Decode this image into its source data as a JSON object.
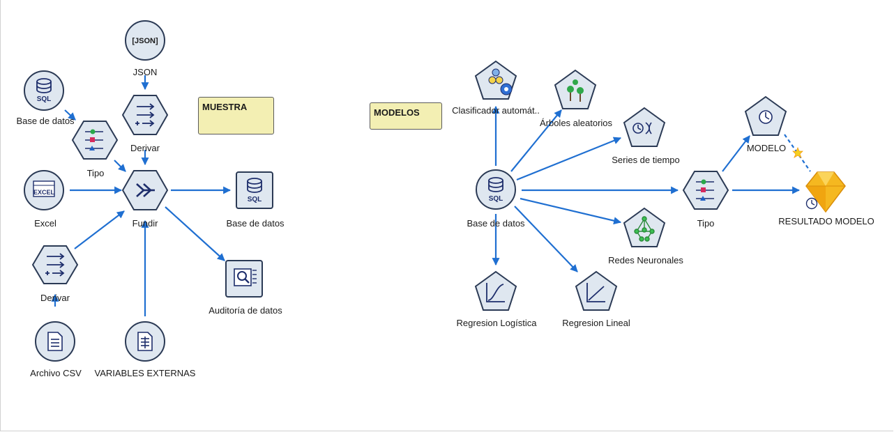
{
  "notes": {
    "muestra": "MUESTRA",
    "modelos": "MODELOS"
  },
  "left_flow": {
    "json": {
      "icon_text": "[JSON]",
      "label": "JSON"
    },
    "derivar_top": {
      "label": "Derivar"
    },
    "base_datos_src": {
      "icon_text": "SQL",
      "label": "Base de datos"
    },
    "tipo": {
      "label": "Tipo"
    },
    "excel": {
      "icon_text": "EXCEL",
      "label": "Excel"
    },
    "fundir": {
      "label": "Fundir"
    },
    "base_datos_out": {
      "icon_text": "SQL",
      "label": "Base de datos"
    },
    "auditoria": {
      "label": "Auditoría de datos"
    },
    "derivar_bottom": {
      "label": "Derivar"
    },
    "archivo_csv": {
      "label": "Archivo CSV"
    },
    "variables_externas": {
      "label": "VARIABLES EXTERNAS"
    }
  },
  "right_flow": {
    "base_datos": {
      "icon_text": "SQL",
      "label": "Base de datos"
    },
    "clasificador": {
      "label": "Clasificador automát.."
    },
    "arboles": {
      "label": "Árboles aleatorios"
    },
    "series": {
      "label": "Series de tiempo"
    },
    "tipo": {
      "label": "Tipo"
    },
    "redes": {
      "label": "Redes Neuronales"
    },
    "reg_logistica": {
      "label": "Regresion Logística"
    },
    "reg_lineal": {
      "label": "Regresion Lineal"
    },
    "modelo": {
      "label": "MODELO"
    },
    "resultado": {
      "label": "RESULTADO MODELO"
    }
  },
  "colors": {
    "arrow": "#1f6fd1",
    "node_fill": "#dfe7f0",
    "node_stroke": "#2b3a55",
    "icon": "#1d2d6b",
    "note_fill": "#f3efb3",
    "model_gold": "#f5b820"
  }
}
